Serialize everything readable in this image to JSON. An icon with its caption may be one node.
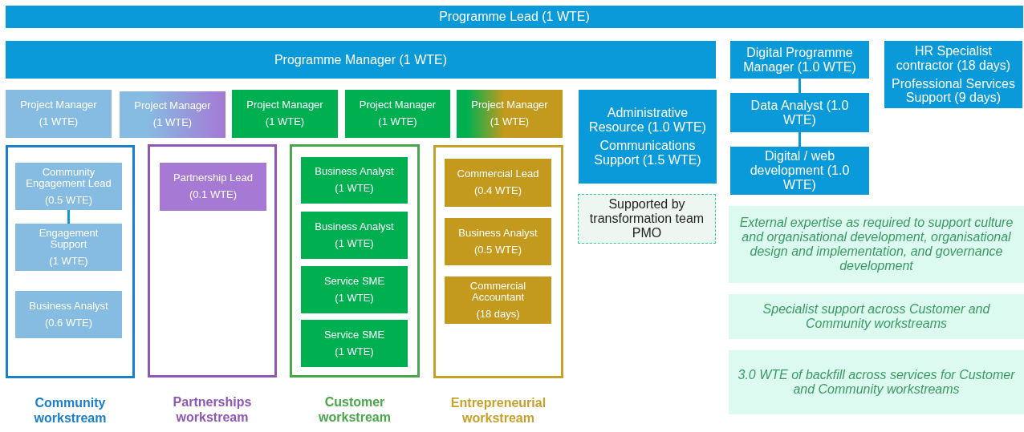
{
  "diagram": {
    "nodes": [
      {
        "text": [
          "Programme Lead (1 WTE)"
        ]
      },
      {
        "text": [
          "Programme Manager (1 WTE)"
        ]
      },
      {
        "text": [
          "Digital Programme Manager (1.0 WTE)"
        ]
      },
      {
        "text": [
          "HR Specialist contractor (18 days)",
          "Professional Services Support (9 days)"
        ]
      },
      {
        "text": [
          "Project Manager",
          "(1 WTE)"
        ]
      },
      {
        "text": [
          "Project Manager",
          "(1 WTE)"
        ]
      },
      {
        "text": [
          "Project Manager",
          "(1 WTE)"
        ]
      },
      {
        "text": [
          "Project Manager",
          "(1 WTE)"
        ]
      },
      {
        "text": [
          "Project Manager",
          "(1 WTE)"
        ]
      },
      {
        "text": [
          "Administrative Resource (1.0 WTE)",
          "Communications Support (1.5 WTE)"
        ]
      },
      {
        "text": [
          "Data Analyst (1.0 WTE)"
        ]
      },
      {
        "text": [
          "Digital / web development (1.0 WTE)"
        ]
      },
      {
        "text": [
          "Community workstream"
        ]
      },
      {
        "text": [
          "Community Engagement Lead",
          "(0.5 WTE)"
        ],
        "in": 12
      },
      {
        "text": [
          "Engagement Support",
          "(1 WTE)"
        ],
        "in": 12
      },
      {
        "text": [
          "Business Analyst",
          "(0.6 WTE)"
        ],
        "in": 12
      },
      {
        "text": [
          "Partnerships workstream"
        ]
      },
      {
        "text": [
          "Partnership Lead",
          "(0.1 WTE)"
        ],
        "in": 16
      },
      {
        "text": [
          "Customer workstream"
        ]
      },
      {
        "text": [
          "Business Analyst",
          "(1 WTE)"
        ],
        "in": 18
      },
      {
        "text": [
          "Business Analyst",
          "(1 WTE)"
        ],
        "in": 18
      },
      {
        "text": [
          "Service SME",
          "(1 WTE)"
        ],
        "in": 18
      },
      {
        "text": [
          "Service SME",
          "(1 WTE)"
        ],
        "in": 18
      },
      {
        "text": [
          "Entrepreneurial workstream"
        ]
      },
      {
        "text": [
          "Commercial Lead",
          "(0.4 WTE)"
        ],
        "in": 23
      },
      {
        "text": [
          "Business Analyst",
          "(0.5 WTE)"
        ],
        "in": 23
      },
      {
        "text": [
          "Commercial Accountant",
          "(18 days)"
        ],
        "in": 23
      },
      {
        "text": [
          "Supported by transformation team PMO"
        ]
      },
      {
        "text": [
          "External expertise as required to support culture and organisational development, organisational design and implementation, and governance development"
        ]
      },
      {
        "text": [
          "Specialist support across Customer and Community workstreams"
        ]
      },
      {
        "text": [
          "3.0 WTE of backfill across services for Customer and Community workstreams"
        ]
      }
    ],
    "edges": [
      {
        "from": 2,
        "to": 10,
        "arrow": "none"
      },
      {
        "from": 10,
        "to": 11,
        "arrow": "none"
      },
      {
        "from": 13,
        "to": 14,
        "arrow": "none"
      }
    ]
  }
}
